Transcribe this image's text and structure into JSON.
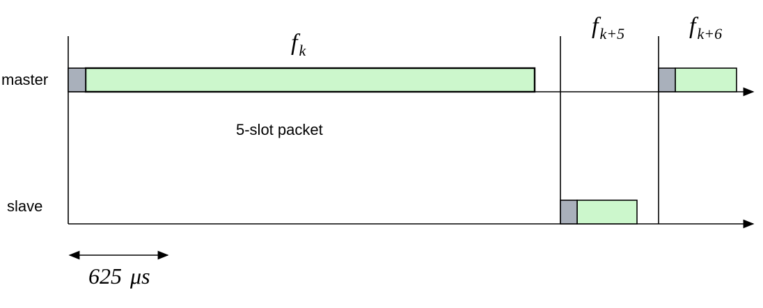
{
  "rows": {
    "master_label": "master",
    "slave_label": "slave"
  },
  "packet": {
    "label": "5-slot packet"
  },
  "frequencies": [
    {
      "base": "f",
      "sub": "k"
    },
    {
      "base": "f",
      "sub": "k+5"
    },
    {
      "base": "f",
      "sub": "k+6"
    }
  ],
  "slot_duration": {
    "value": "625",
    "unit": "μs"
  },
  "colors": {
    "header": "#a9b0bb",
    "payload": "#ccf7cc",
    "line": "#000000"
  }
}
